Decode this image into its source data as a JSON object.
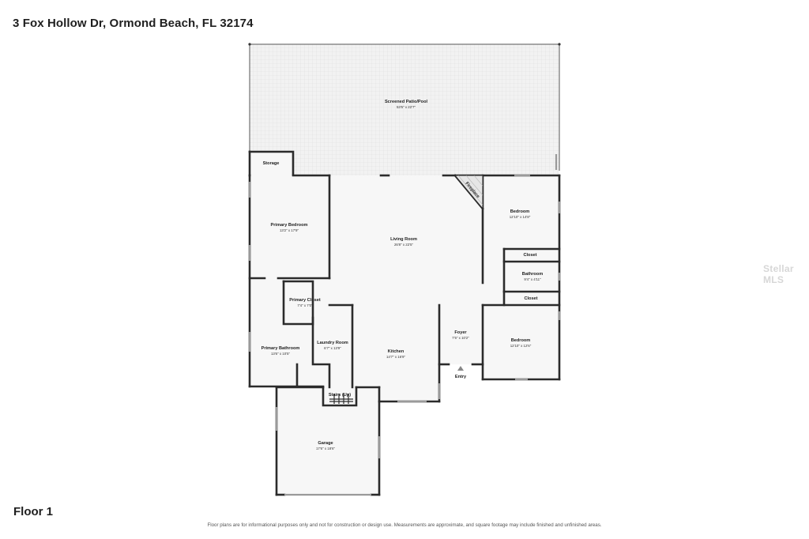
{
  "header": {
    "address": "3 Fox Hollow Dr, Ormond Beach, FL 32174"
  },
  "footer": {
    "floor": "Floor 1",
    "disclaimer": "Floor plans are for informational purposes only and not for construction or design use. Measurements are approximate, and square footage may include finished and unfinished areas."
  },
  "watermark": "Stellar MLS",
  "rooms": {
    "patio": {
      "name": "Screened Patio/Pool",
      "dims": "53'5\" x 22'7\""
    },
    "storage": {
      "name": "Storage"
    },
    "primary_bedroom": {
      "name": "Primary Bedroom",
      "dims": "13'2\" x 17'9\""
    },
    "living_room": {
      "name": "Living Room",
      "dims": "26'8\" x 22'5\""
    },
    "fireplace": {
      "name": "Fireplace"
    },
    "bedroom_1": {
      "name": "Bedroom",
      "dims": "12'10\" x 14'8\""
    },
    "closet_1": {
      "name": "Closet"
    },
    "bathroom": {
      "name": "Bathroom",
      "dims": "9'4\" x 4'11\""
    },
    "closet_2": {
      "name": "Closet"
    },
    "primary_closet": {
      "name": "Primary Closet",
      "dims": "7'4\" x 7'0\""
    },
    "primary_bathroom": {
      "name": "Primary Bathroom",
      "dims": "13'6\" x 10'5\""
    },
    "laundry_room": {
      "name": "Laundry Room",
      "dims": "6'7\" x 13'9\""
    },
    "kitchen": {
      "name": "Kitchen",
      "dims": "14'7\" x 16'9\""
    },
    "foyer": {
      "name": "Foyer",
      "dims": "7'5\" x 10'2\""
    },
    "bedroom_2": {
      "name": "Bedroom",
      "dims": "12'10\" x 12'6\""
    },
    "entry": {
      "name": "Entry"
    },
    "stairs": {
      "name": "Stairs (Up)"
    },
    "garage": {
      "name": "Garage",
      "dims": "17'6\" x 18'6\""
    }
  }
}
